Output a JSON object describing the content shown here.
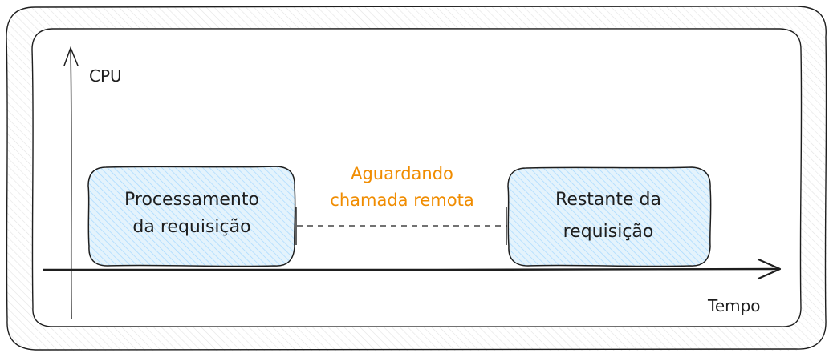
{
  "diagram": {
    "y_axis_label": "CPU",
    "x_axis_label": "Tempo",
    "box_left": {
      "line1": "Processamento",
      "line2": "da requisição"
    },
    "waiting": {
      "line1": "Aguardando",
      "line2": "chamada remota"
    },
    "box_right": {
      "line1": "Restante da",
      "line2": "requisição"
    }
  },
  "colors": {
    "stroke": "#1e1e1e",
    "box_fill": "#dbeefa",
    "box_hatch": "#a5d8ff",
    "waiting_text": "#f08c00",
    "frame_hatch": "#e3e3e3"
  }
}
